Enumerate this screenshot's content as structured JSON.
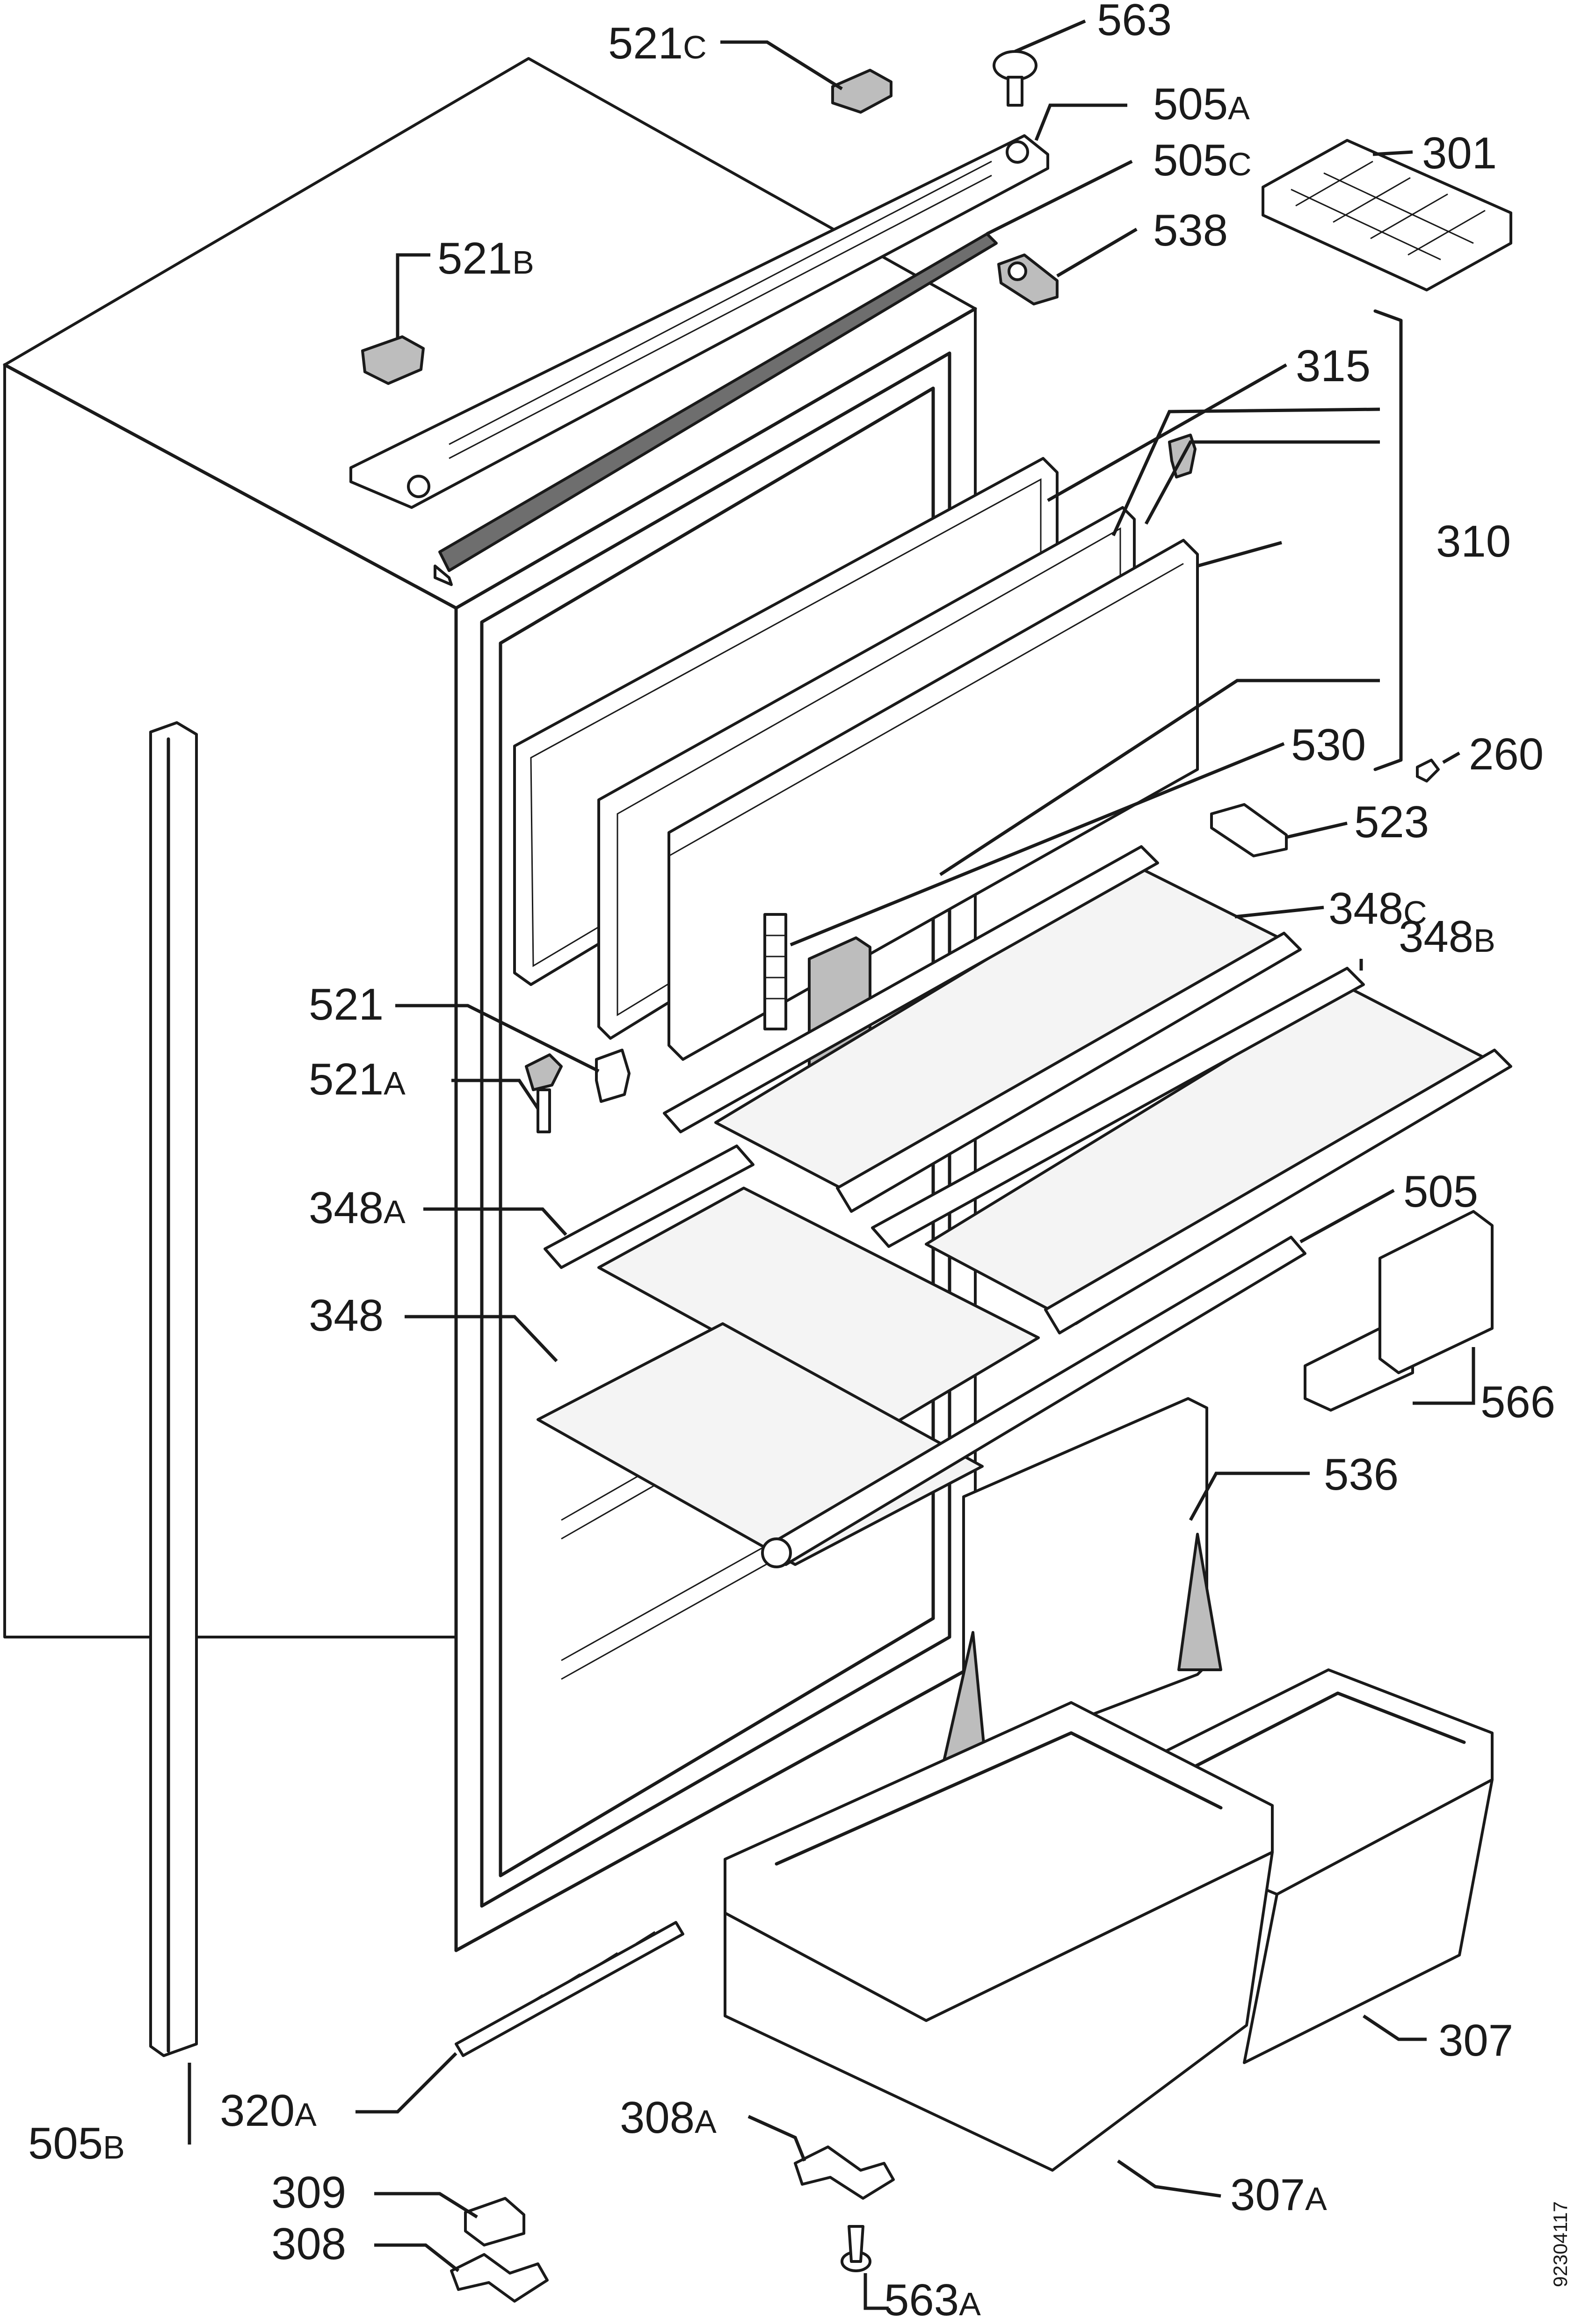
{
  "labels": [
    {
      "id": "563",
      "num": "563",
      "suffix": ""
    },
    {
      "id": "521c",
      "num": "521",
      "suffix": "C"
    },
    {
      "id": "505a",
      "num": "505",
      "suffix": "A"
    },
    {
      "id": "505c",
      "num": "505",
      "suffix": "C"
    },
    {
      "id": "301",
      "num": "301",
      "suffix": ""
    },
    {
      "id": "538",
      "num": "538",
      "suffix": ""
    },
    {
      "id": "521b",
      "num": "521",
      "suffix": "B"
    },
    {
      "id": "315",
      "num": "315",
      "suffix": ""
    },
    {
      "id": "310",
      "num": "310",
      "suffix": ""
    },
    {
      "id": "530",
      "num": "530",
      "suffix": ""
    },
    {
      "id": "260",
      "num": "260",
      "suffix": ""
    },
    {
      "id": "523",
      "num": "523",
      "suffix": ""
    },
    {
      "id": "348c",
      "num": "348",
      "suffix": "C"
    },
    {
      "id": "348b",
      "num": "348",
      "suffix": "B"
    },
    {
      "id": "521",
      "num": "521",
      "suffix": ""
    },
    {
      "id": "521a",
      "num": "521",
      "suffix": "A"
    },
    {
      "id": "348a",
      "num": "348",
      "suffix": "A"
    },
    {
      "id": "505",
      "num": "505",
      "suffix": ""
    },
    {
      "id": "348",
      "num": "348",
      "suffix": ""
    },
    {
      "id": "566",
      "num": "566",
      "suffix": ""
    },
    {
      "id": "536",
      "num": "536",
      "suffix": ""
    },
    {
      "id": "307",
      "num": "307",
      "suffix": ""
    },
    {
      "id": "505b",
      "num": "505",
      "suffix": "B"
    },
    {
      "id": "320a",
      "num": "320",
      "suffix": "A"
    },
    {
      "id": "308a",
      "num": "308",
      "suffix": "A"
    },
    {
      "id": "307a",
      "num": "307",
      "suffix": "A"
    },
    {
      "id": "309",
      "num": "309",
      "suffix": ""
    },
    {
      "id": "308",
      "num": "308",
      "suffix": ""
    },
    {
      "id": "563a",
      "num": "563",
      "suffix": "A"
    }
  ],
  "document_id": "92304117"
}
